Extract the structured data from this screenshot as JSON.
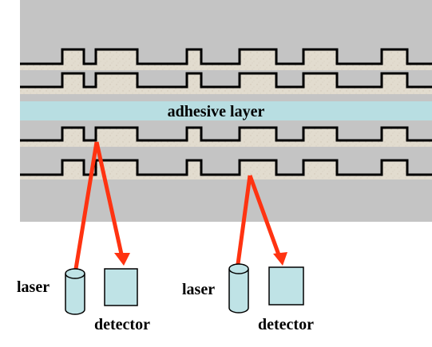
{
  "labels": {
    "adhesive": "adhesive layer",
    "laser_left": "laser",
    "detector_left": "detector",
    "laser_right": "laser",
    "detector_right": "detector"
  },
  "colors": {
    "background_panel": "#c4c4c4",
    "disc_layer": "#e2dccf",
    "adhesive_layer": "#b8dee2",
    "beam": "#ff3311",
    "laser_body": "#bfe3e6",
    "detector_body": "#bfe3e6",
    "outline": "#000000"
  }
}
